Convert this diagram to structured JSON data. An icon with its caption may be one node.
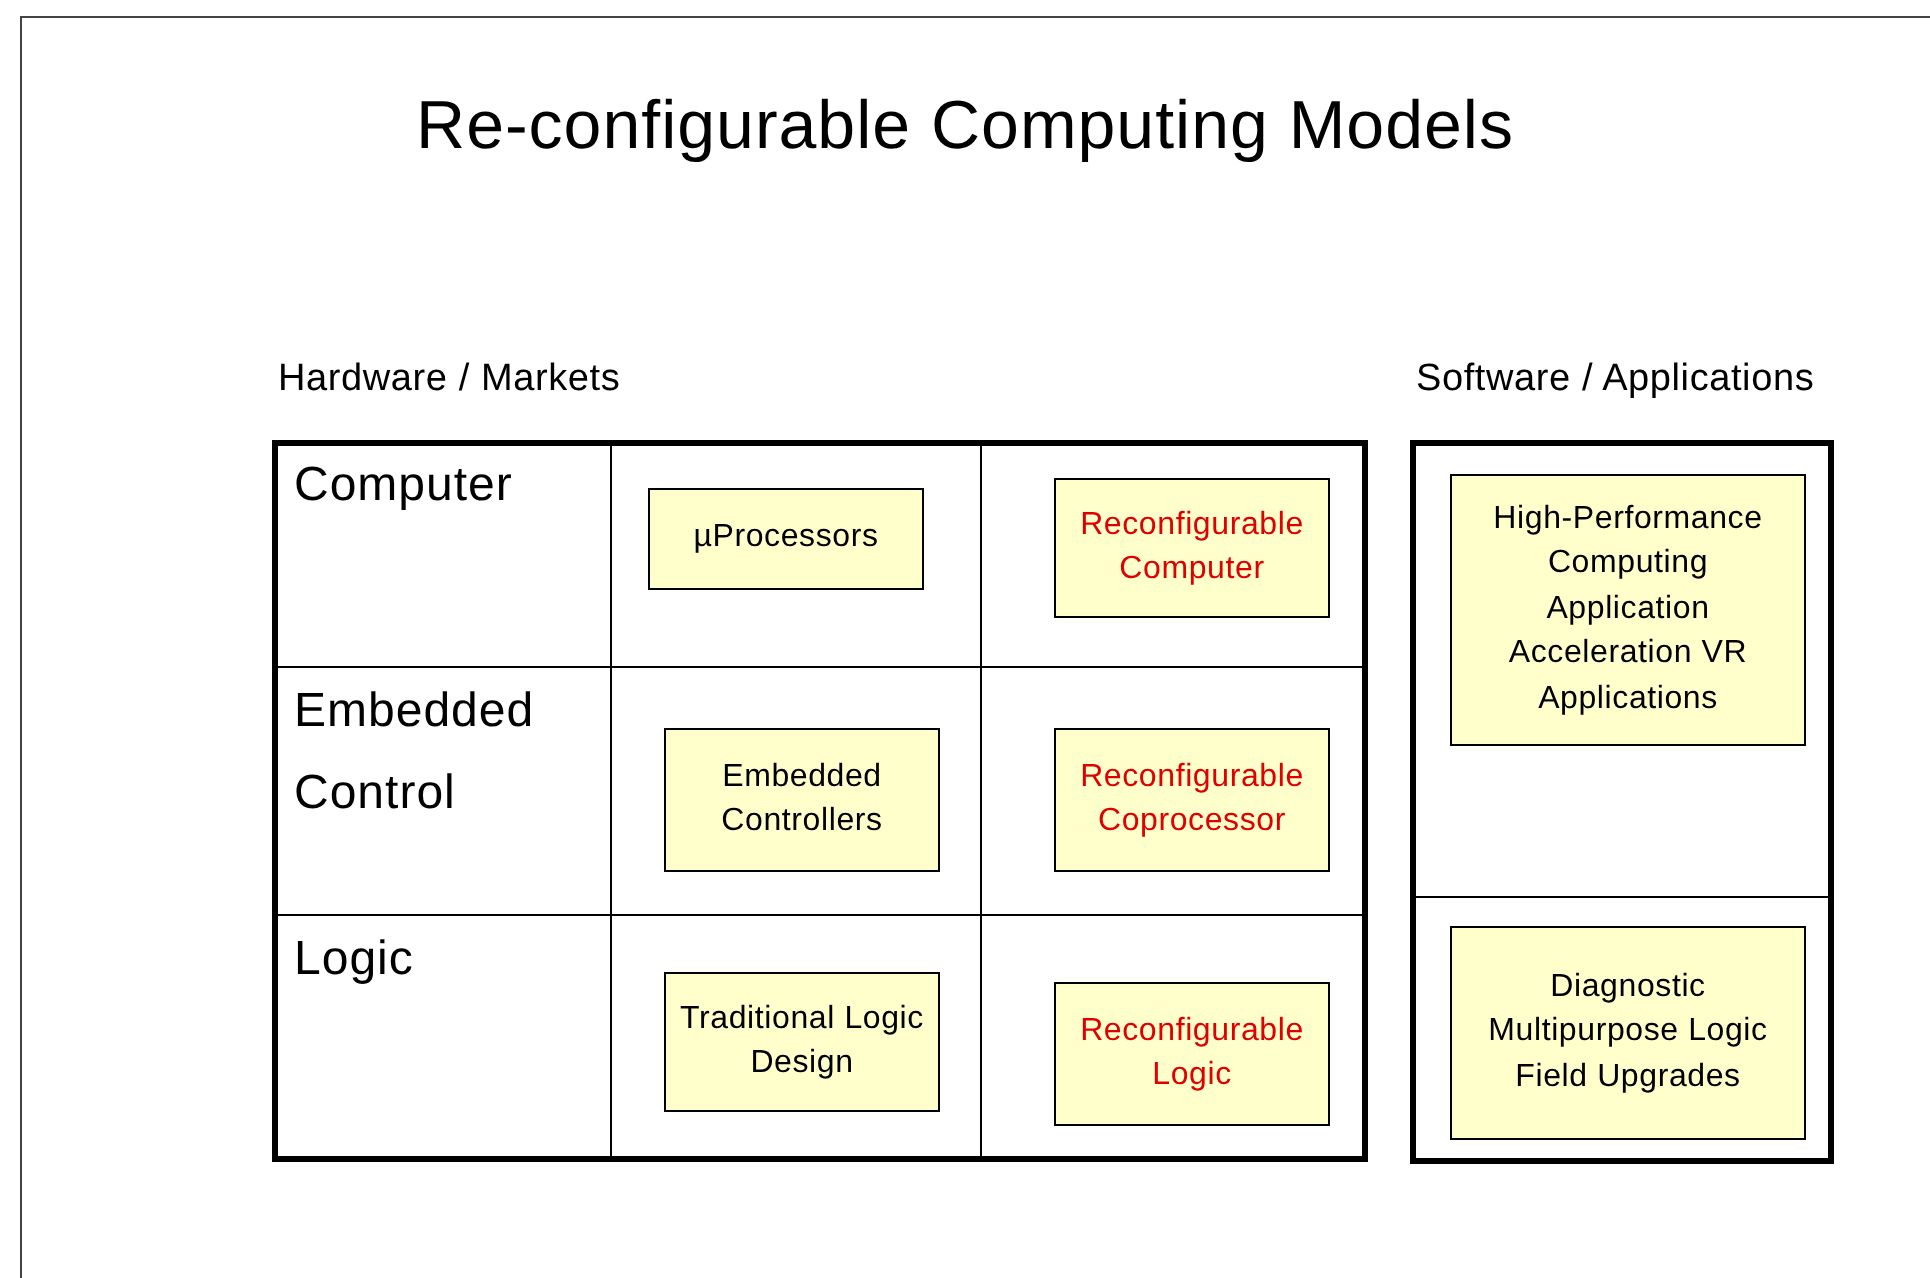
{
  "diagram": {
    "title": "Re-configurable Computing Models",
    "nodes": [
      {
        "text": [
          "Hardware / Markets"
        ]
      },
      {
        "text": [
          "µProcessors"
        ],
        "in": 0
      },
      {
        "text": [
          "Reconfigurable Computer"
        ],
        "in": 0
      },
      {
        "text": [
          "Embedded Controllers"
        ],
        "in": 0
      },
      {
        "text": [
          "Reconfigurable Coprocessor"
        ],
        "in": 0
      },
      {
        "text": [
          "Traditional Logic Design"
        ],
        "in": 0
      },
      {
        "text": [
          "Reconfigurable Logic"
        ],
        "in": 0
      },
      {
        "text": [
          "Software / Applications"
        ]
      },
      {
        "text": [
          "High-Performance Computing Application Acceleration VR Applications"
        ],
        "in": 7
      },
      {
        "text": [
          "Diagnostic Multipurpose Logic Field Upgrades"
        ],
        "in": 7
      }
    ],
    "labels": [
      "Computer",
      "Embedded Control",
      "Logic"
    ]
  }
}
